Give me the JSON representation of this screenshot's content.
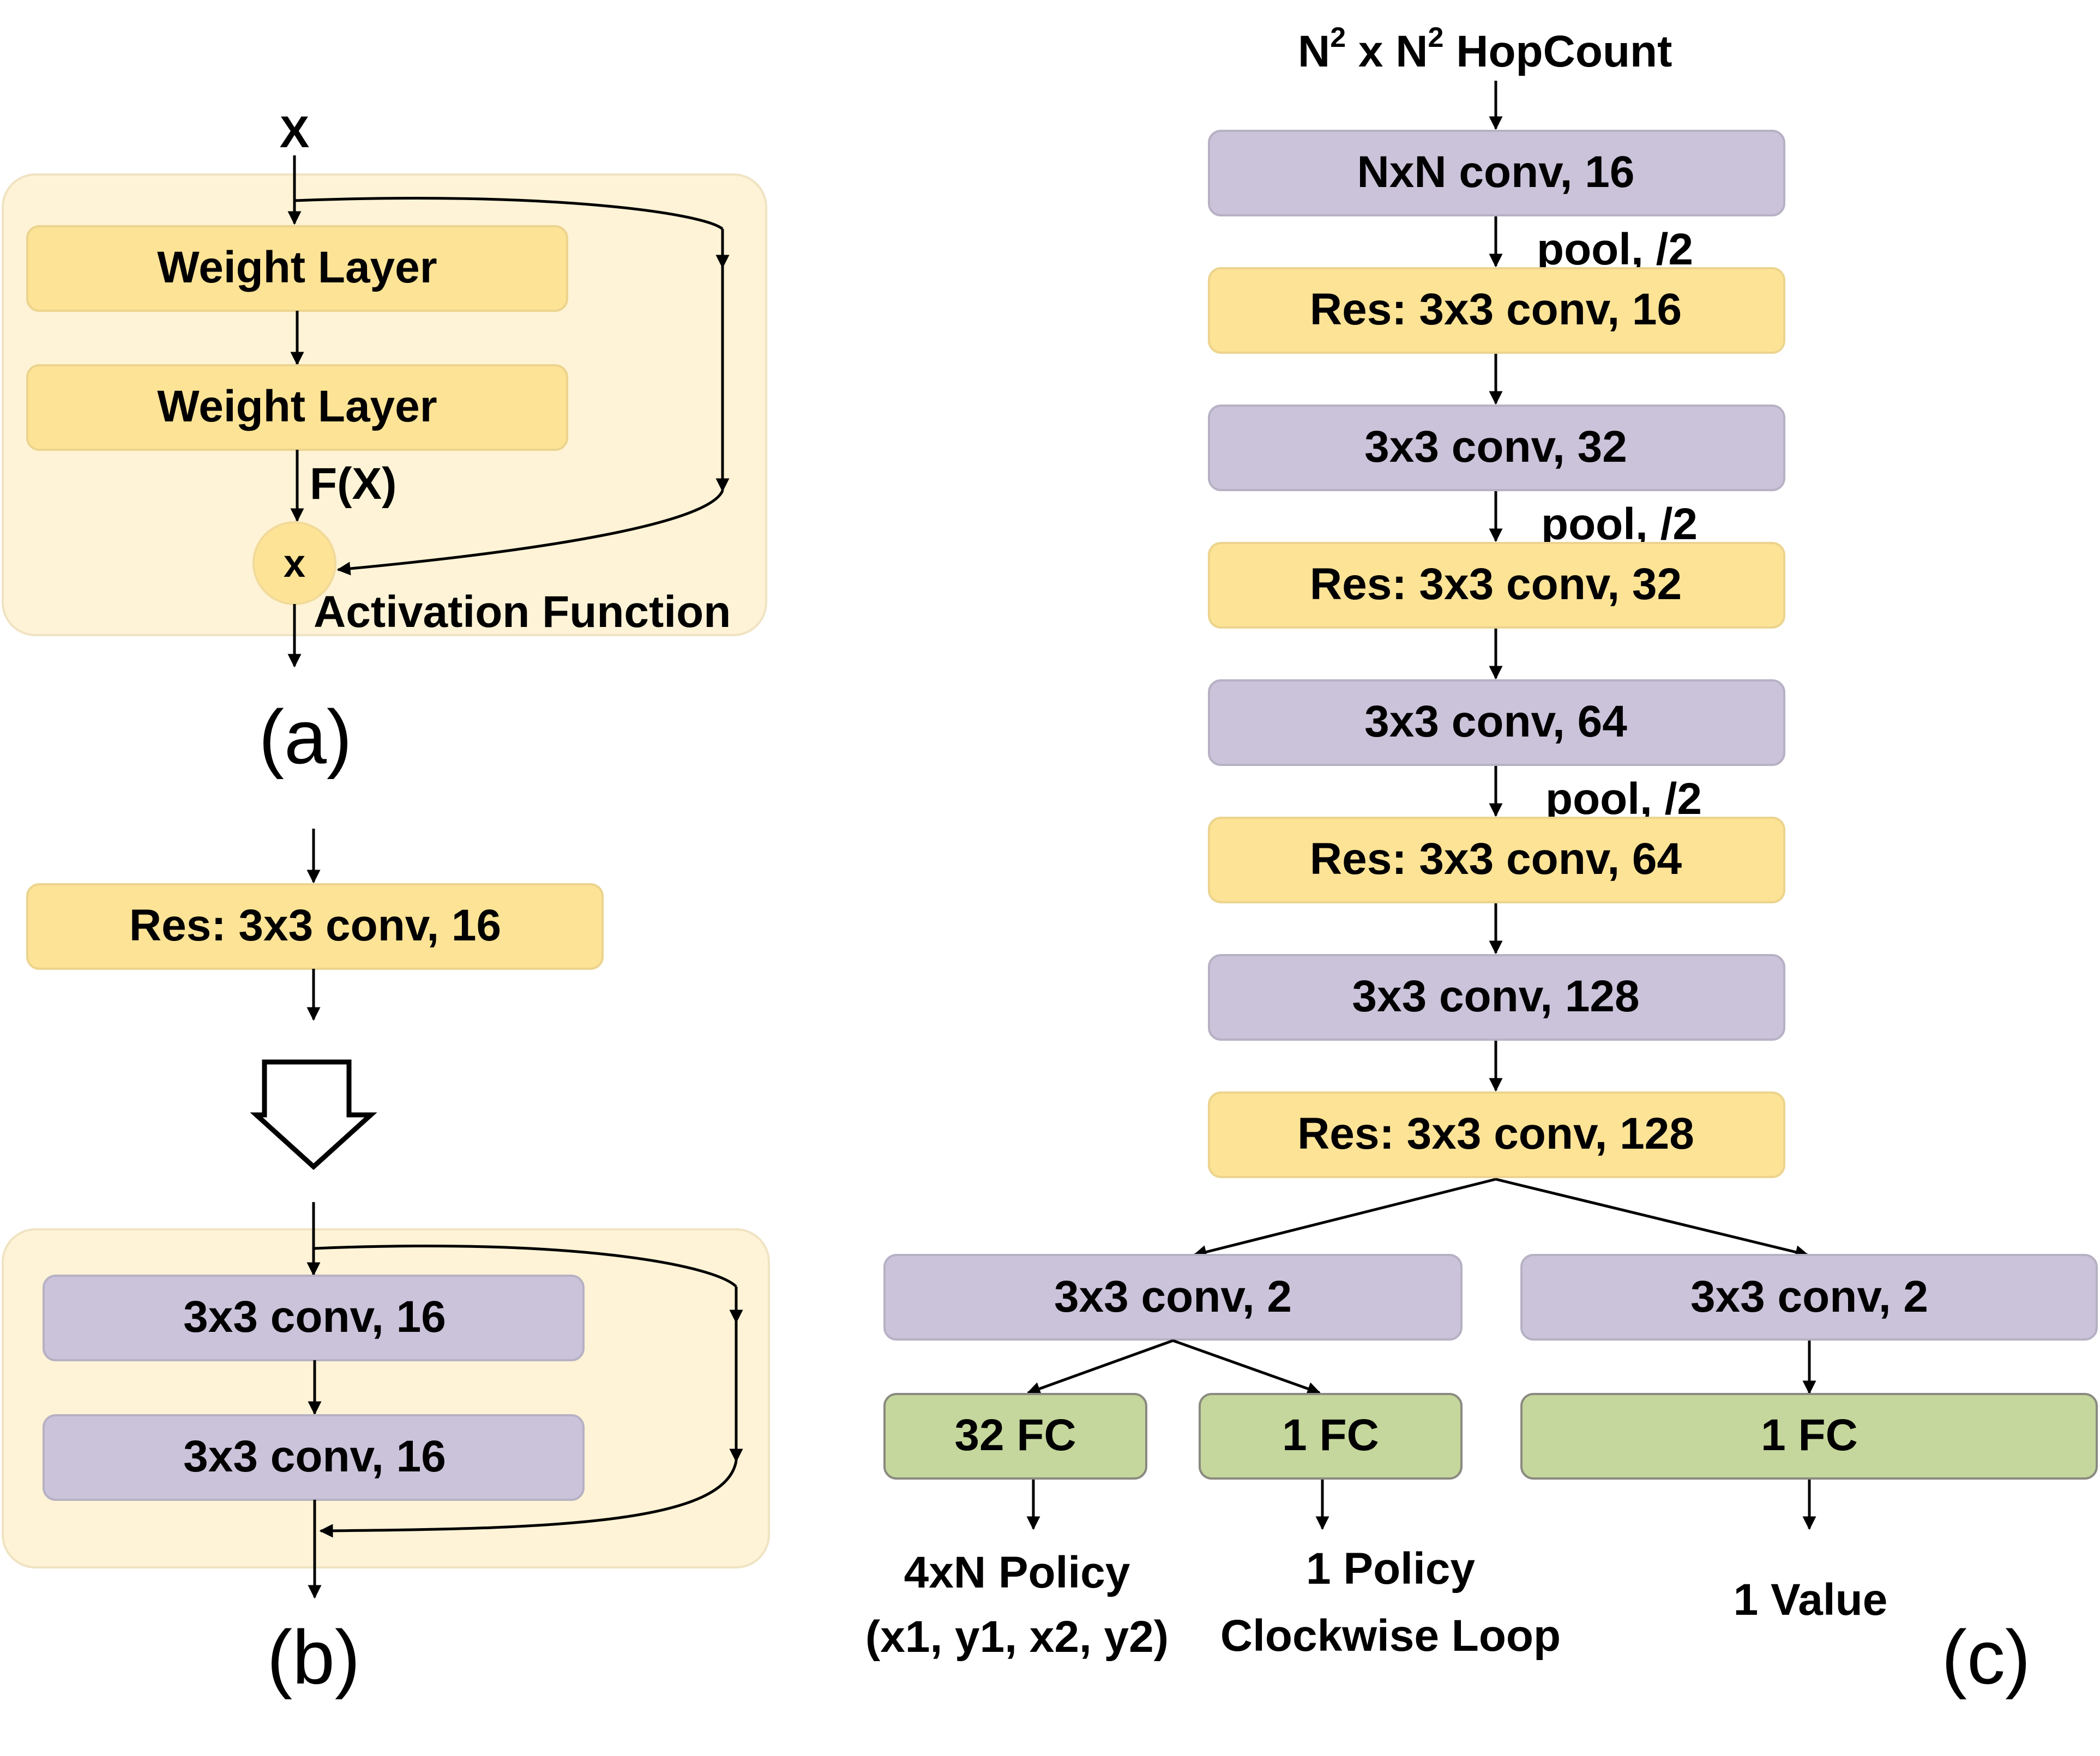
{
  "panel_a": {
    "input": "X",
    "layer1": "Weight Layer",
    "layer2": "Weight Layer",
    "fx": "F(X)",
    "node": "x",
    "activation": "Activation Function",
    "caption": "(a)"
  },
  "panel_b": {
    "res_block": "Res: 3x3 conv, 16",
    "conv1": "3x3 conv, 16",
    "conv2": "3x3 conv, 16",
    "caption": "(b)"
  },
  "panel_c": {
    "input_n1": "N",
    "input_sup1": "2",
    "input_x": " x N",
    "input_sup2": "2",
    "input_rest": " HopCount",
    "blocks": [
      "NxN conv, 16",
      "Res: 3x3 conv, 16",
      "3x3 conv, 32",
      "Res: 3x3 conv, 32",
      "3x3 conv, 64",
      "Res: 3x3 conv, 64",
      "3x3 conv, 128",
      "Res: 3x3 conv, 128"
    ],
    "pool_labels": [
      "pool, /2",
      "pool, /2",
      "pool, /2"
    ],
    "policy_head": "3x3 conv, 2",
    "value_head": "3x3 conv, 2",
    "fc1": "32 FC",
    "fc2": "1 FC",
    "fc3": "1 FC",
    "out1_line1": "4xN Policy",
    "out1_line2": "(x1, y1, x2, y2)",
    "out2_line1": "1 Policy",
    "out2_line2": "Clockwise Loop",
    "out3": "1 Value",
    "caption": "(c)"
  }
}
